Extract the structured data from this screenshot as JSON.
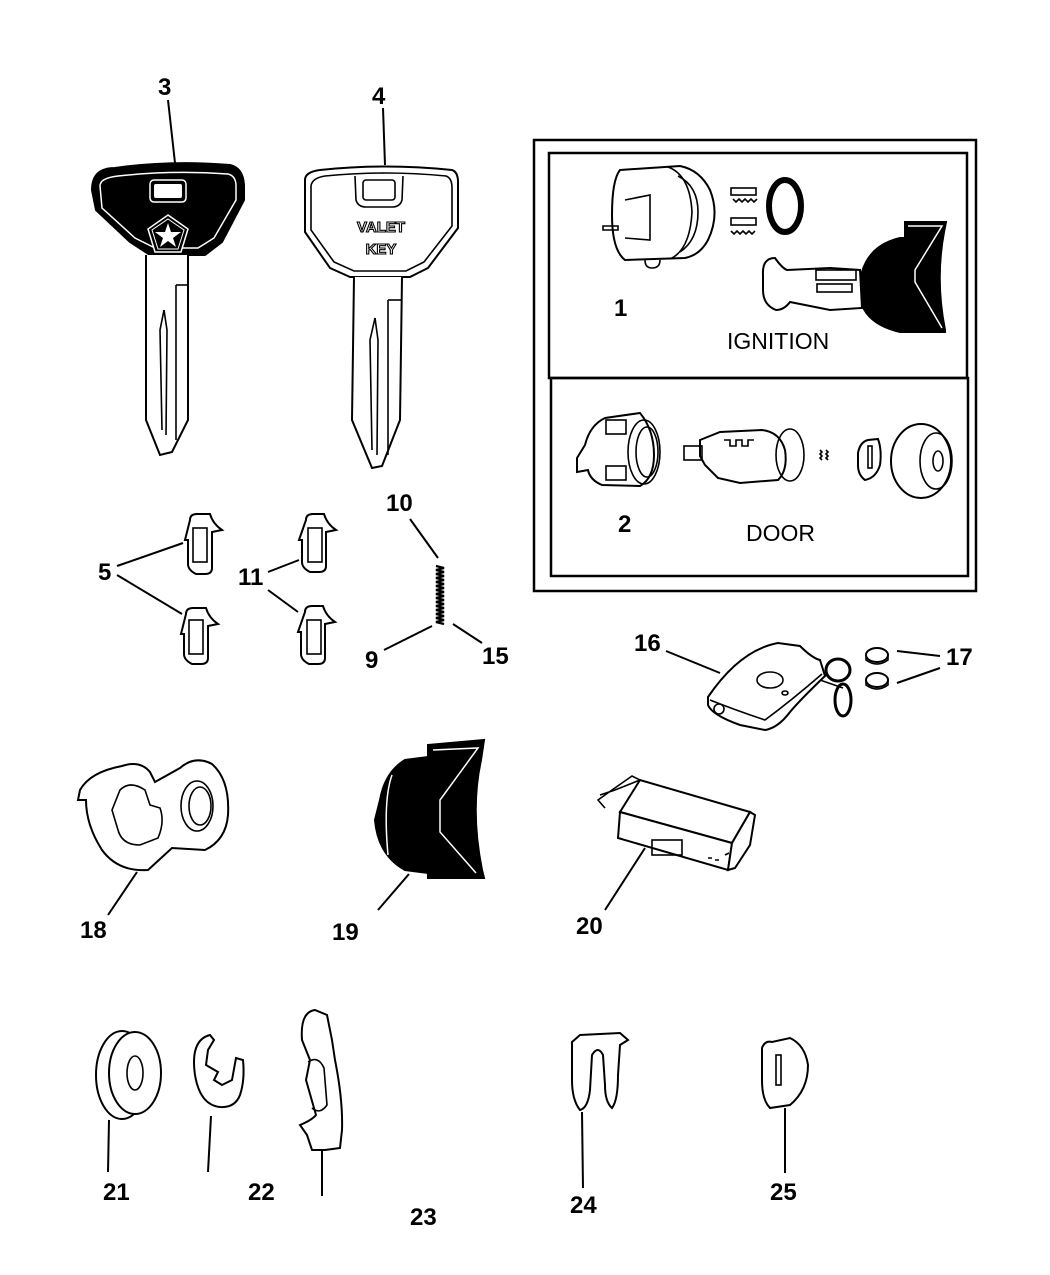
{
  "diagram": {
    "title": "Key, lock cylinder and related parts exploded view",
    "colors": {
      "ink": "#000000",
      "background": "#ffffff"
    },
    "key_labels": {
      "valet_line1": "VALET",
      "valet_line2": "KEY"
    },
    "inset": {
      "ignition": {
        "callout": "1",
        "label": "IGNITION"
      },
      "door": {
        "callout": "2",
        "label": "DOOR"
      }
    },
    "callouts": {
      "c3": "3",
      "c4": "4",
      "c5": "5",
      "c9": "9",
      "c10": "10",
      "c11": "11",
      "c15": "15",
      "c16": "16",
      "c17": "17",
      "c18": "18",
      "c19": "19",
      "c20": "20",
      "c21": "21",
      "c22": "22",
      "c23": "23",
      "c24": "24",
      "c25": "25"
    },
    "parts": [
      {
        "ref": "1",
        "name": "Ignition lock cylinder kit"
      },
      {
        "ref": "2",
        "name": "Door lock cylinder kit"
      },
      {
        "ref": "3",
        "name": "Key (Pentastar logo)"
      },
      {
        "ref": "4",
        "name": "Valet key"
      },
      {
        "ref": "5",
        "name": "Tumblers"
      },
      {
        "ref": "9",
        "name": "Spring"
      },
      {
        "ref": "10",
        "name": "Spring"
      },
      {
        "ref": "11",
        "name": "Tumblers"
      },
      {
        "ref": "15",
        "name": "Spring"
      },
      {
        "ref": "16",
        "name": "Remote key fob transmitter"
      },
      {
        "ref": "17",
        "name": "Batteries"
      },
      {
        "ref": "18",
        "name": "Retainer"
      },
      {
        "ref": "19",
        "name": "Ignition bezel"
      },
      {
        "ref": "20",
        "name": "Module"
      },
      {
        "ref": "21",
        "name": "Bezel"
      },
      {
        "ref": "22",
        "name": "Clip"
      },
      {
        "ref": "23",
        "name": "Lever"
      },
      {
        "ref": "24",
        "name": "Clip"
      },
      {
        "ref": "25",
        "name": "Cap"
      }
    ]
  }
}
